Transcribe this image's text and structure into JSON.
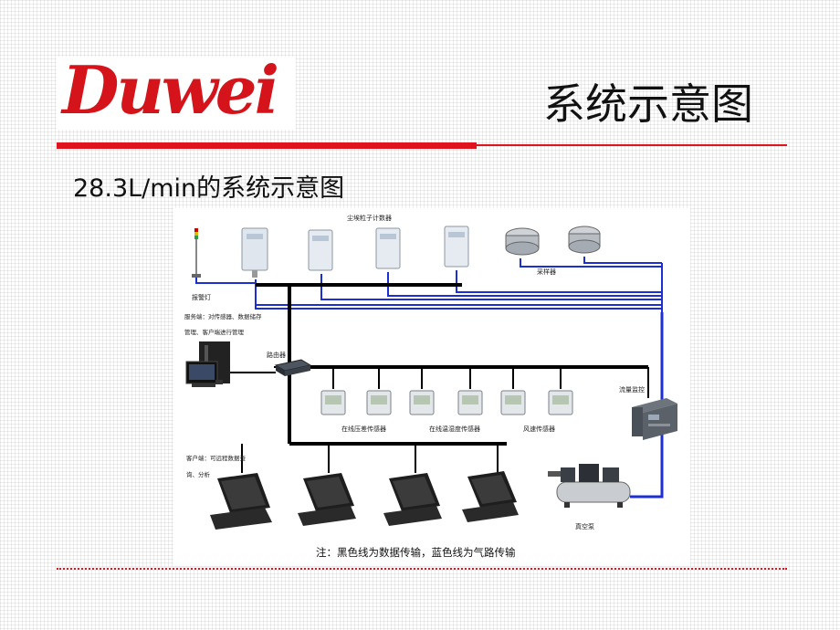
{
  "logo": {
    "text": "Duwei"
  },
  "slide": {
    "title": "系统示意图",
    "subtitle": "28.3L/min的系统示意图"
  },
  "diagram": {
    "labels": {
      "dust_counter": "尘埃粒子计数器",
      "sampler": "采样器",
      "alarm_light": "报警灯",
      "server_line1": "服务端：对传感器、数据储存",
      "server_line2": "管理、客户端进行管理",
      "router": "路由器",
      "pressure_sensor": "在线压差传感器",
      "temp_sensor": "在线温湿度传感器",
      "wind_sensor": "风速传感器",
      "flow_monitor": "流量监控",
      "client_line1": "客户端：可远程数据查",
      "client_line2": "询、分析",
      "vacuum_pump": "真空泵",
      "note": "注：黑色线为数据传输，蓝色线为气路传输"
    },
    "colors": {
      "data_line": "#000000",
      "air_line": "#1c2fd6",
      "accent": "#e0141c"
    }
  }
}
